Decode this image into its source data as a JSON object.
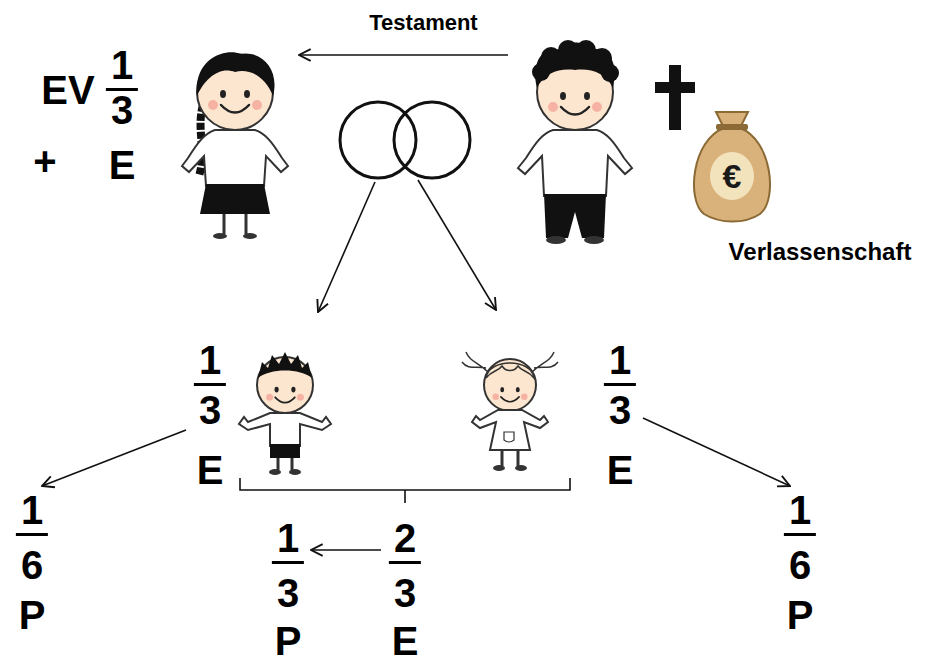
{
  "diagram": {
    "nodes": [
      {
        "text": [
          "EV",
          "+",
          "1",
          "3",
          "E"
        ]
      },
      {
        "text": [
          "€",
          "Verlassenschaft"
        ]
      },
      {
        "text": [
          "1",
          "3",
          "E"
        ]
      },
      {
        "text": [
          "1",
          "3",
          "E"
        ]
      },
      {
        "text": [
          "1",
          "6",
          "P"
        ]
      },
      {
        "text": [
          "1",
          "6",
          "P"
        ]
      },
      {
        "text": [
          "1",
          "3",
          "P"
        ]
      },
      {
        "text": [
          "2",
          "3",
          "E"
        ]
      }
    ],
    "edges": [
      {
        "from": 1,
        "to": 0,
        "arrow": "to",
        "label": "Testament"
      },
      {
        "from": 2,
        "to": 4,
        "arrow": "to"
      },
      {
        "from": 3,
        "to": 5,
        "arrow": "to"
      },
      {
        "from": 7,
        "to": 6,
        "arrow": "to"
      }
    ]
  }
}
